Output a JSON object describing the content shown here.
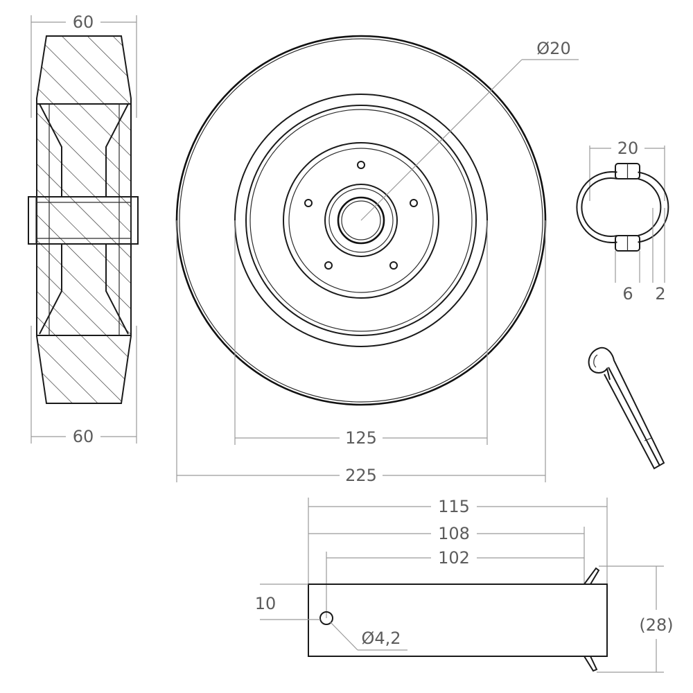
{
  "colors": {
    "background": "#ffffff",
    "outline": "#1a1a1a",
    "dimension": "#9a9a9a",
    "text": "#5c5c5c"
  },
  "dimensions": {
    "side_width_top": "60",
    "side_width_bottom": "60",
    "bore_diameter": "Ø20",
    "rim_diameter": "125",
    "wheel_diameter": "225",
    "bushing_width": "20",
    "bushing_slot": "6",
    "bushing_wall": "2",
    "axle_total_length": "115",
    "axle_inner_length": "108",
    "axle_hole_distance": "102",
    "axle_hole_offset": "10",
    "axle_hole_diameter": "Ø4,2",
    "axle_diameter_ref": "(28)"
  }
}
